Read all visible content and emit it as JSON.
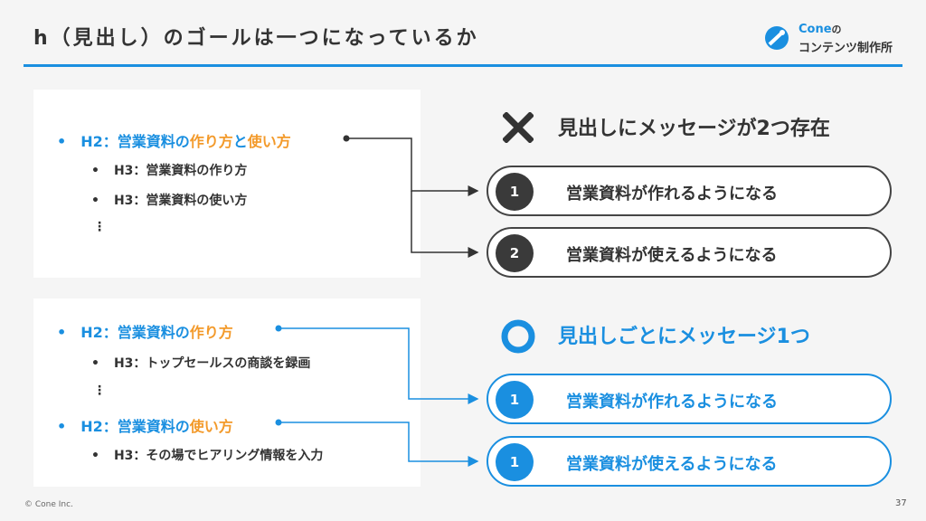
{
  "slide": {
    "title": "h（見出し）のゴールは一つになっているか",
    "copyright": "© Cone Inc.",
    "page_number": "37",
    "accent_color": "#1a8fe0",
    "highlight_color": "#f39a2b"
  },
  "logo": {
    "brand": "Cone",
    "particle": "の",
    "subtitle": "コンテンツ制作所"
  },
  "bad_example": {
    "outline": {
      "h2": {
        "prefix": "H2：営業資料の",
        "hl1": "作り方",
        "mid": "と",
        "hl2": "使い方"
      },
      "h3_items": [
        "H3：営業資料の作り方",
        "H3：営業資料の使い方"
      ],
      "ellipsis": "⋮"
    },
    "mark": "x-icon",
    "heading": "見出しにメッセージが2つ存在",
    "messages": [
      {
        "num": "1",
        "text": "営業資料が作れるようになる"
      },
      {
        "num": "2",
        "text": "営業資料が使えるようになる"
      }
    ]
  },
  "good_example": {
    "outline": {
      "h2_first": {
        "prefix": "H2：営業資料の",
        "hl": "作り方"
      },
      "h3_first": "H3：トップセールスの商談を録画",
      "ellipsis": "⋮",
      "h2_second": {
        "prefix": "H2：営業資料の",
        "hl": "使い方"
      },
      "h3_second": "H3：その場でヒアリング情報を入力"
    },
    "mark": "circle-icon",
    "heading": "見出しごとにメッセージ1つ",
    "messages": [
      {
        "num": "1",
        "text": "営業資料が作れるようになる"
      },
      {
        "num": "1",
        "text": "営業資料が使えるようになる"
      }
    ]
  }
}
